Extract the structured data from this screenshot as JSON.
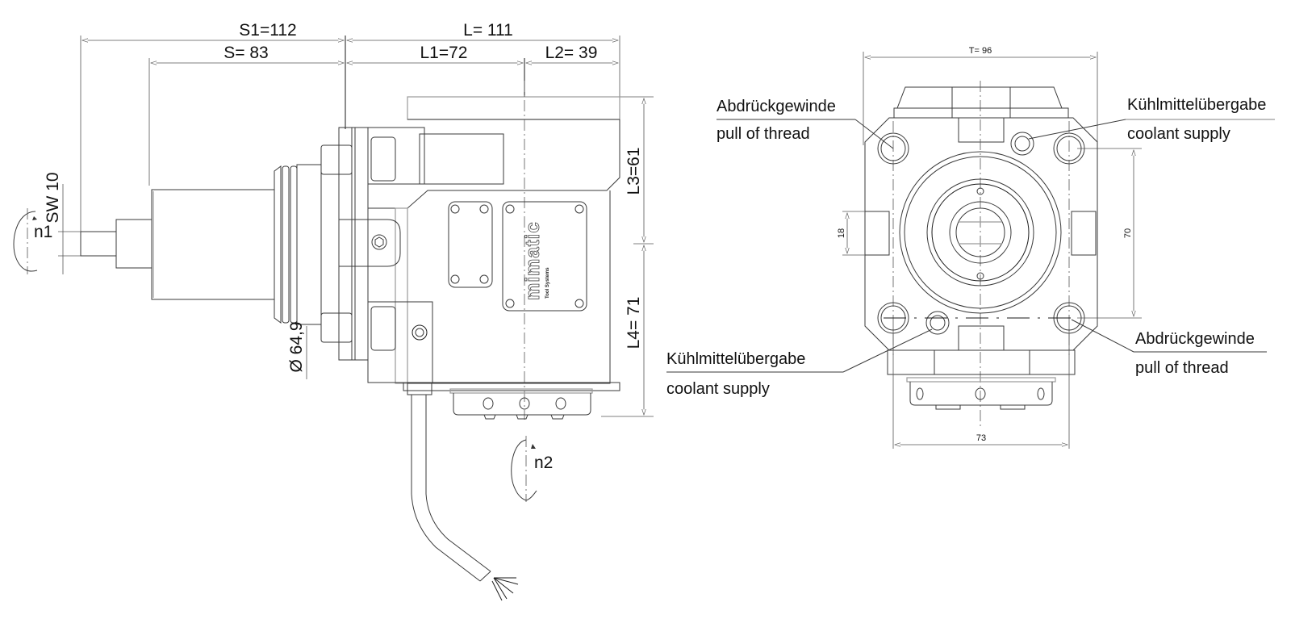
{
  "drawing": {
    "brand": "mimatic",
    "brand_subtitle": "Tool Systems",
    "side_view": {
      "dimensions": {
        "s1": "S1=112",
        "s": "S= 83",
        "l": "L= 111",
        "l1": "L1=72",
        "l2": "L2= 39",
        "l3": "L3=61",
        "l4": "L4= 71",
        "sw": "SW 10",
        "diameter": "Ø 64,9"
      },
      "rotation_labels": {
        "input": "n1",
        "output": "n2"
      }
    },
    "front_view": {
      "dimensions": {
        "t": "T= 96",
        "width_bottom": "73",
        "slot": "18",
        "hole_spacing": "70"
      },
      "callouts": [
        {
          "id": "top-left",
          "de": "Abdrückgewinde",
          "en": "pull of thread"
        },
        {
          "id": "top-right",
          "de": "Kühlmittelübergabe",
          "en": "coolant supply"
        },
        {
          "id": "bottom-left",
          "de": "Kühlmittelübergabe",
          "en": "coolant supply"
        },
        {
          "id": "bottom-right",
          "de": "Abdrückgewinde",
          "en": "pull of thread"
        }
      ]
    }
  }
}
